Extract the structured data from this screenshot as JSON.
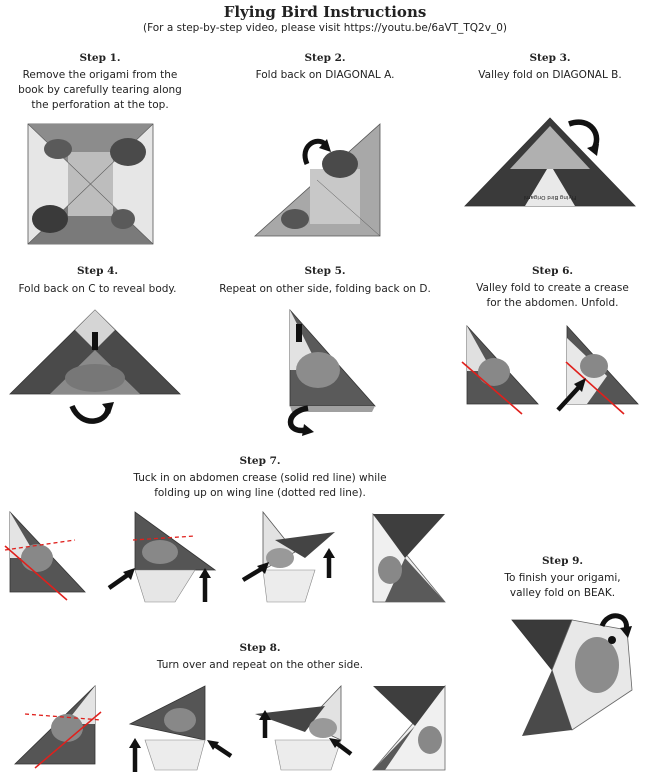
{
  "header": {
    "title": "Flying Bird Instructions",
    "subtitle": "(For a step-by-step video, please visit https://youtu.be/6aVT_TQ2v_0)"
  },
  "steps": [
    {
      "title": "Step 1.",
      "lines": [
        "Remove the origami from the",
        "book by carefully tearing along",
        "the perforation at the top."
      ]
    },
    {
      "title": "Step 2.",
      "lines": [
        "Fold back on DIAGONAL A."
      ]
    },
    {
      "title": "Step 3.",
      "lines": [
        "Valley fold on DIAGONAL B."
      ]
    },
    {
      "title": "Step 4.",
      "lines": [
        "Fold back on C to reveal body."
      ]
    },
    {
      "title": "Step 5.",
      "lines": [
        "Repeat on other side, folding back on D."
      ]
    },
    {
      "title": "Step 6.",
      "lines": [
        "Valley fold to create a crease",
        "for the abdomen. Unfold."
      ]
    },
    {
      "title": "Step 7.",
      "lines": [
        "Tuck in on abdomen crease (solid red line) while",
        "folding up on wing line (dotted red line)."
      ]
    },
    {
      "title": "Step 8.",
      "lines": [
        "Turn over and repeat on the other side."
      ]
    },
    {
      "title": "Step 9.",
      "lines": [
        "To finish your origami,",
        "valley fold on BEAK."
      ]
    }
  ],
  "illustration_labels": {
    "paper_print": "Flying Bird Origami"
  },
  "colors": {
    "crease_red": "#e0201c",
    "arrow_black": "#111111",
    "paper_gray": "#9a9a9a",
    "paper_light": "#d9d9d9",
    "wing_dark": "#3a3a3a"
  }
}
